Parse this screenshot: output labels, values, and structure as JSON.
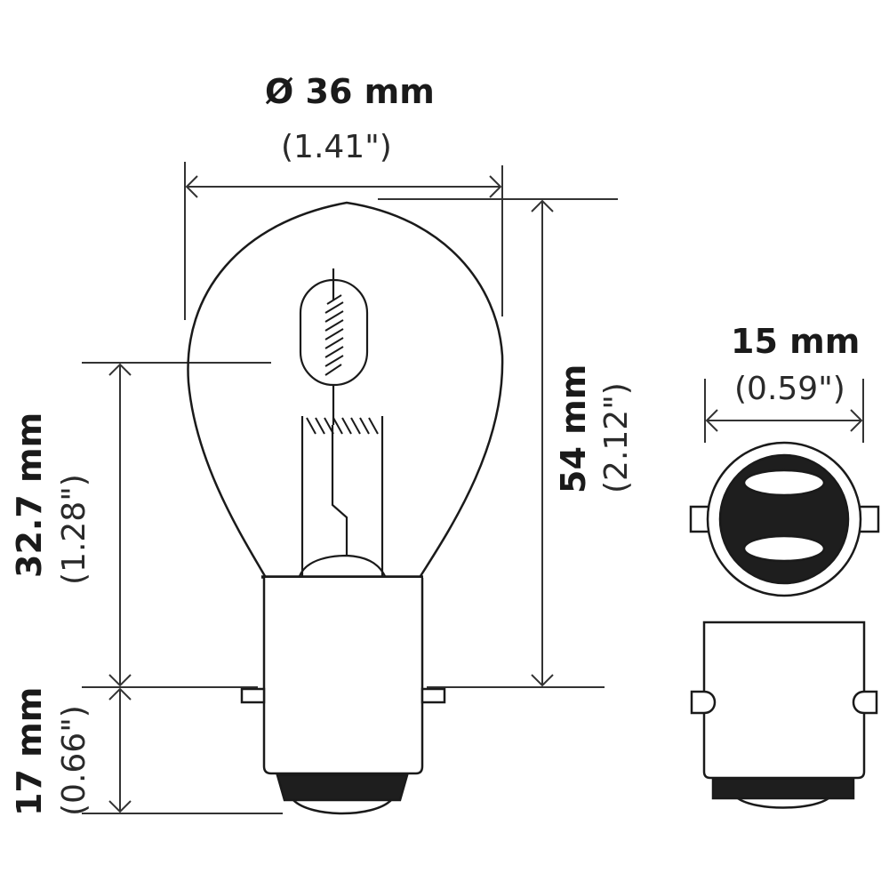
{
  "diagram": {
    "title": "Bulb dimension drawing",
    "dimensions": {
      "diameter": {
        "metric": "Ø 36 mm",
        "imperial": "(1.41\")"
      },
      "overall_length": {
        "metric": "54 mm",
        "imperial": "(2.12\")"
      },
      "light_center_length": {
        "metric": "32.7 mm",
        "imperial": "(1.28\")"
      },
      "base_length": {
        "metric": "17 mm",
        "imperial": "(0.66\")"
      },
      "base_diameter": {
        "metric": "15 mm",
        "imperial": "(0.59\")"
      }
    },
    "views": [
      {
        "name": "side-view",
        "description": "bulb side profile with filament"
      },
      {
        "name": "base-end-view",
        "description": "base bottom view with two contacts"
      },
      {
        "name": "base-side-view",
        "description": "base side view with bayonet pins"
      }
    ],
    "colors": {
      "line": "#1a1a1a",
      "fill_dark": "#1e1e1e",
      "background": "#ffffff"
    }
  }
}
